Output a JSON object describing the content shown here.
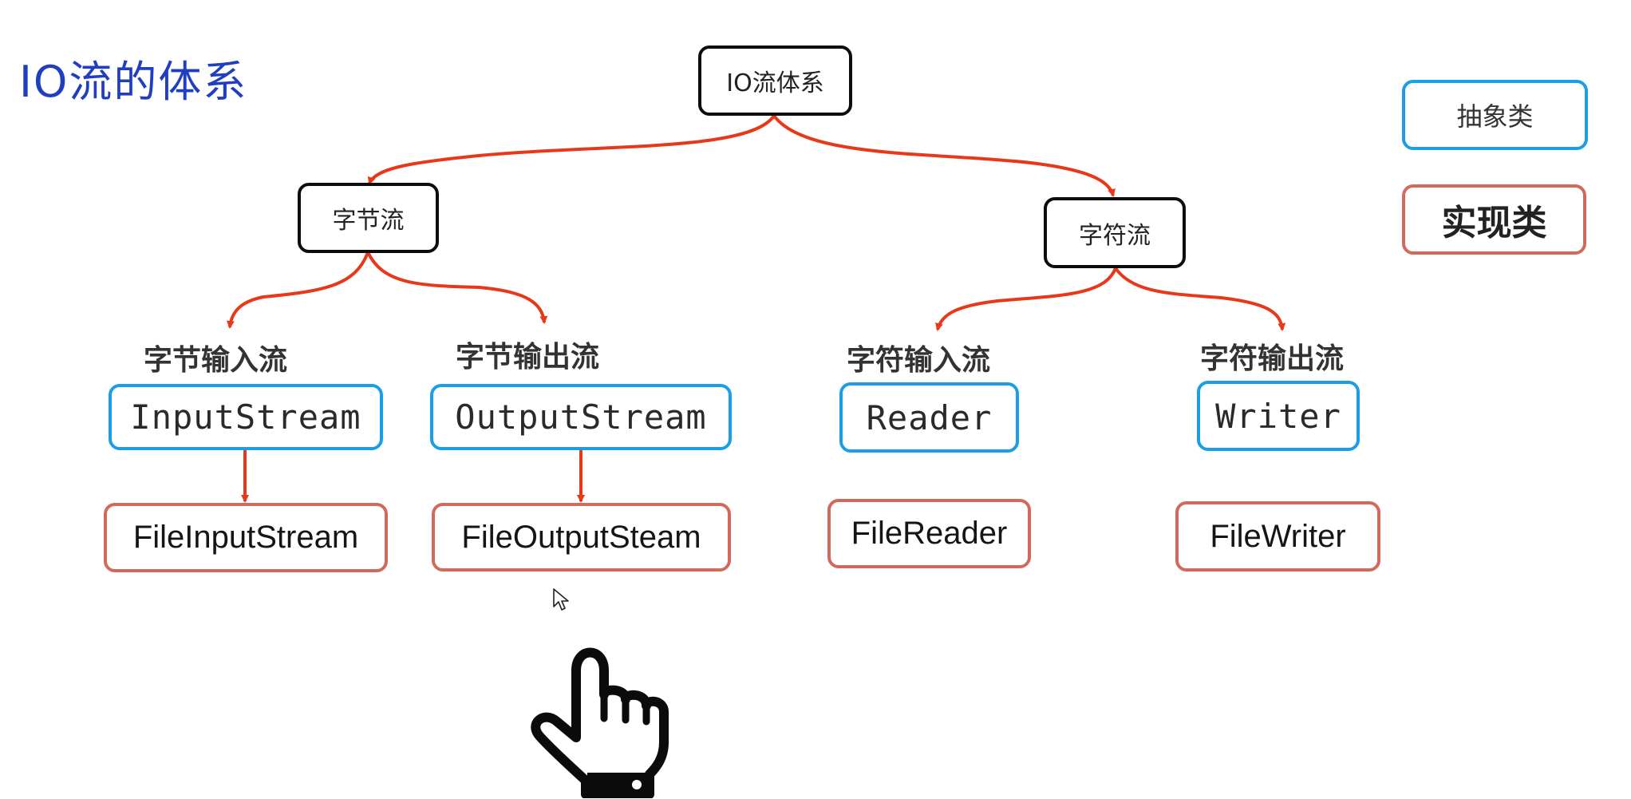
{
  "title": "IO流的体系",
  "root": "IO流体系",
  "categories": {
    "byte": "字节流",
    "char": "字符流"
  },
  "groups": {
    "byte_input": {
      "label": "字节输入流",
      "abstract": "InputStream",
      "impl": "FileInputStream"
    },
    "byte_output": {
      "label": "字节输出流",
      "abstract": "OutputStream",
      "impl": "FileOutputSteam"
    },
    "char_input": {
      "label": "字符输入流",
      "abstract": "Reader",
      "impl": "FileReader"
    },
    "char_output": {
      "label": "字符输出流",
      "abstract": "Writer",
      "impl": "FileWriter"
    }
  },
  "legend": {
    "abstract": "抽象类",
    "impl": "实现类"
  },
  "colors": {
    "arrow": "#e8381a",
    "abstract_border": "#1a9fe6",
    "impl_border": "#d26a5c",
    "title": "#1f3fc0"
  },
  "icons": [
    "pointer-cursor-icon",
    "hand-pointing-icon"
  ]
}
